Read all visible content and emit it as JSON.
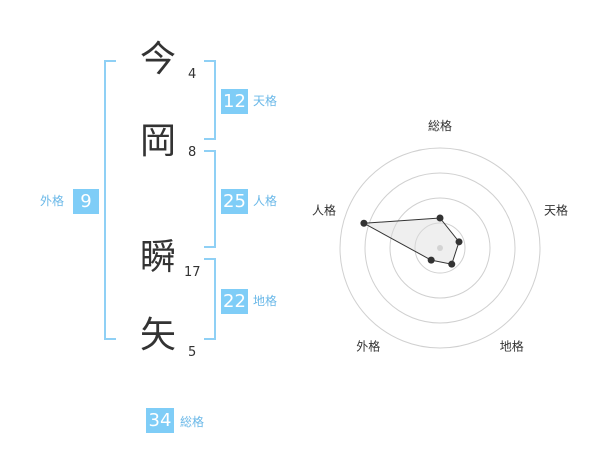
{
  "name": {
    "chars": [
      {
        "char": "今",
        "strokes": "4"
      },
      {
        "char": "岡",
        "strokes": "8"
      },
      {
        "char": "瞬",
        "strokes": "17"
      },
      {
        "char": "矢",
        "strokes": "5"
      }
    ]
  },
  "kakusu": {
    "tenkaku": {
      "value": "12",
      "label": "天格"
    },
    "jinkaku": {
      "value": "25",
      "label": "人格"
    },
    "chikaku": {
      "value": "22",
      "label": "地格"
    },
    "gaikaku": {
      "value": "9",
      "label": "外格"
    },
    "soukaku": {
      "value": "34",
      "label": "総格"
    }
  },
  "colors": {
    "accent": "#7fcdf7",
    "bracket": "#8fd0f5",
    "label": "#6ab8e8"
  },
  "chart_data": {
    "type": "radar",
    "axes": [
      "総格",
      "天格",
      "地格",
      "外格",
      "人格"
    ],
    "values": [
      0.3,
      0.2,
      0.2,
      0.15,
      0.8
    ],
    "range": [
      0,
      1
    ],
    "rings": 4
  }
}
